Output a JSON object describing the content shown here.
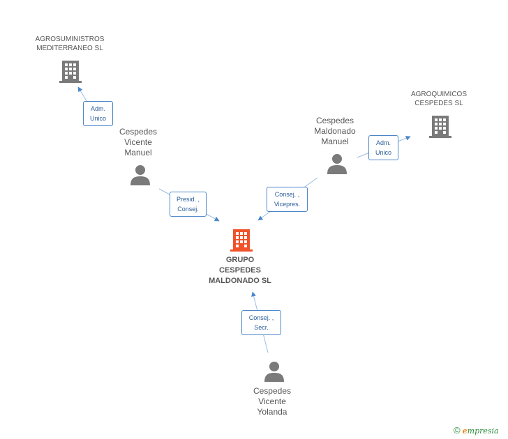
{
  "nodes": {
    "main": {
      "lines": [
        "GRUPO",
        "CESPEDES",
        "MALDONADO SL"
      ]
    },
    "agrosum": {
      "lines": [
        "AGROSUMINISTROS",
        "MEDITERRANEO SL"
      ]
    },
    "agroquim": {
      "lines": [
        "AGROQUIMICOS",
        "CESPEDES SL"
      ]
    },
    "vicente_manuel": {
      "lines": [
        "Cespedes",
        "Vicente",
        "Manuel"
      ]
    },
    "maldonado_manuel": {
      "lines": [
        "Cespedes",
        "Maldonado",
        "Manuel"
      ]
    },
    "vicente_yolanda": {
      "lines": [
        "Cespedes",
        "Vicente",
        "Yolanda"
      ]
    }
  },
  "roles": {
    "adm_unico_left": {
      "lines": [
        "Adm.",
        "Unico"
      ]
    },
    "presid_consej": {
      "lines": [
        "Presid. ,",
        "Consej."
      ]
    },
    "consej_vicepres": {
      "lines": [
        "Consej. ,",
        "Vicepres."
      ]
    },
    "adm_unico_right": {
      "lines": [
        "Adm.",
        "Unico"
      ]
    },
    "consej_secr": {
      "lines": [
        "Consej. ,",
        "Secr."
      ]
    }
  },
  "colors": {
    "main_company": "#f0532b",
    "company": "#7a7a7a",
    "person": "#7a7a7a",
    "edge": "#4a86c8",
    "edge_line": "#9bbde3"
  },
  "footer": {
    "copyright_symbol": "©",
    "brand_first": "e",
    "brand_rest": "mpresia"
  }
}
